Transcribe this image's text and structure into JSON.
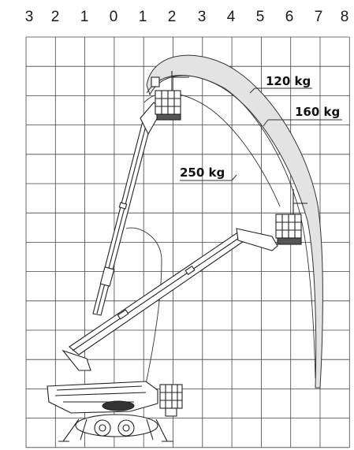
{
  "scale": {
    "ticks": [
      "3",
      "2",
      "1",
      "0",
      "1",
      "2",
      "3",
      "4",
      "5",
      "6",
      "7",
      "8"
    ]
  },
  "loads": [
    {
      "label": "120 kg"
    },
    {
      "label": "160 kg"
    },
    {
      "label": "250 kg"
    }
  ]
}
